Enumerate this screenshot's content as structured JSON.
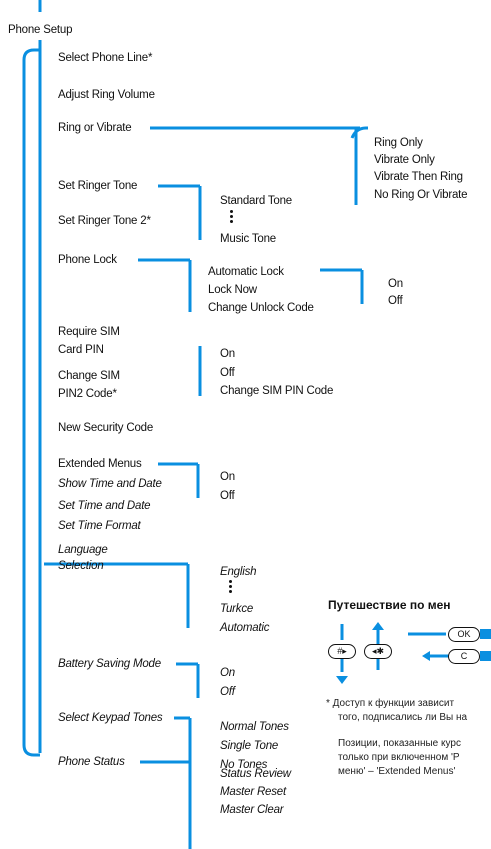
{
  "root": "Phone Setup",
  "menu": [
    "Select Phone Line*",
    "Adjust Ring Volume",
    "Ring or Vibrate",
    "Set Ringer Tone",
    "Set Ringer Tone 2*",
    "Phone Lock",
    "Require SIM",
    "Card PIN",
    "Change SIM",
    "PIN2 Code*",
    "New Security Code",
    "Extended Menus",
    "Show Time and Date",
    "Set Time and Date",
    "Set Time Format",
    "Language",
    "Selection",
    "Battery Saving Mode",
    "Select Keypad Tones",
    "Phone Status"
  ],
  "ring_options": [
    "Ring Only",
    "Vibrate Only",
    "Vibrate Then Ring",
    "No Ring Or Vibrate"
  ],
  "tone_options": [
    "Standard Tone",
    "Music Tone"
  ],
  "lock_options": [
    "Automatic Lock",
    "Lock Now",
    "Change Unlock Code"
  ],
  "lock_onoff": [
    "On",
    "Off"
  ],
  "sim_options": [
    "On",
    "Off",
    "Change SIM PIN Code"
  ],
  "extended_options": [
    "On",
    "Off"
  ],
  "language_options": [
    "English",
    "Turkce",
    "Automatic"
  ],
  "battery_options": [
    "On",
    "Off"
  ],
  "keypad_options": [
    "Normal Tones",
    "Single Tone",
    "No Tones"
  ],
  "status_options": [
    "Status Review",
    "Master Reset",
    "Master Clear"
  ],
  "nav": {
    "title": "Путешествие по мен",
    "keys": [
      "#▸",
      "◂✱",
      "OK",
      "C"
    ]
  },
  "footnote": {
    "line1": "*  Доступ к функции зависит",
    "line2": "того, подписались ли Вы на",
    "line3": "Позиции, показанные курс",
    "line4": "только при включенном 'Р",
    "line5": "меню' – 'Extended Menus'"
  },
  "colors": {
    "accent": "#0a8fe0",
    "text": "#111111"
  }
}
